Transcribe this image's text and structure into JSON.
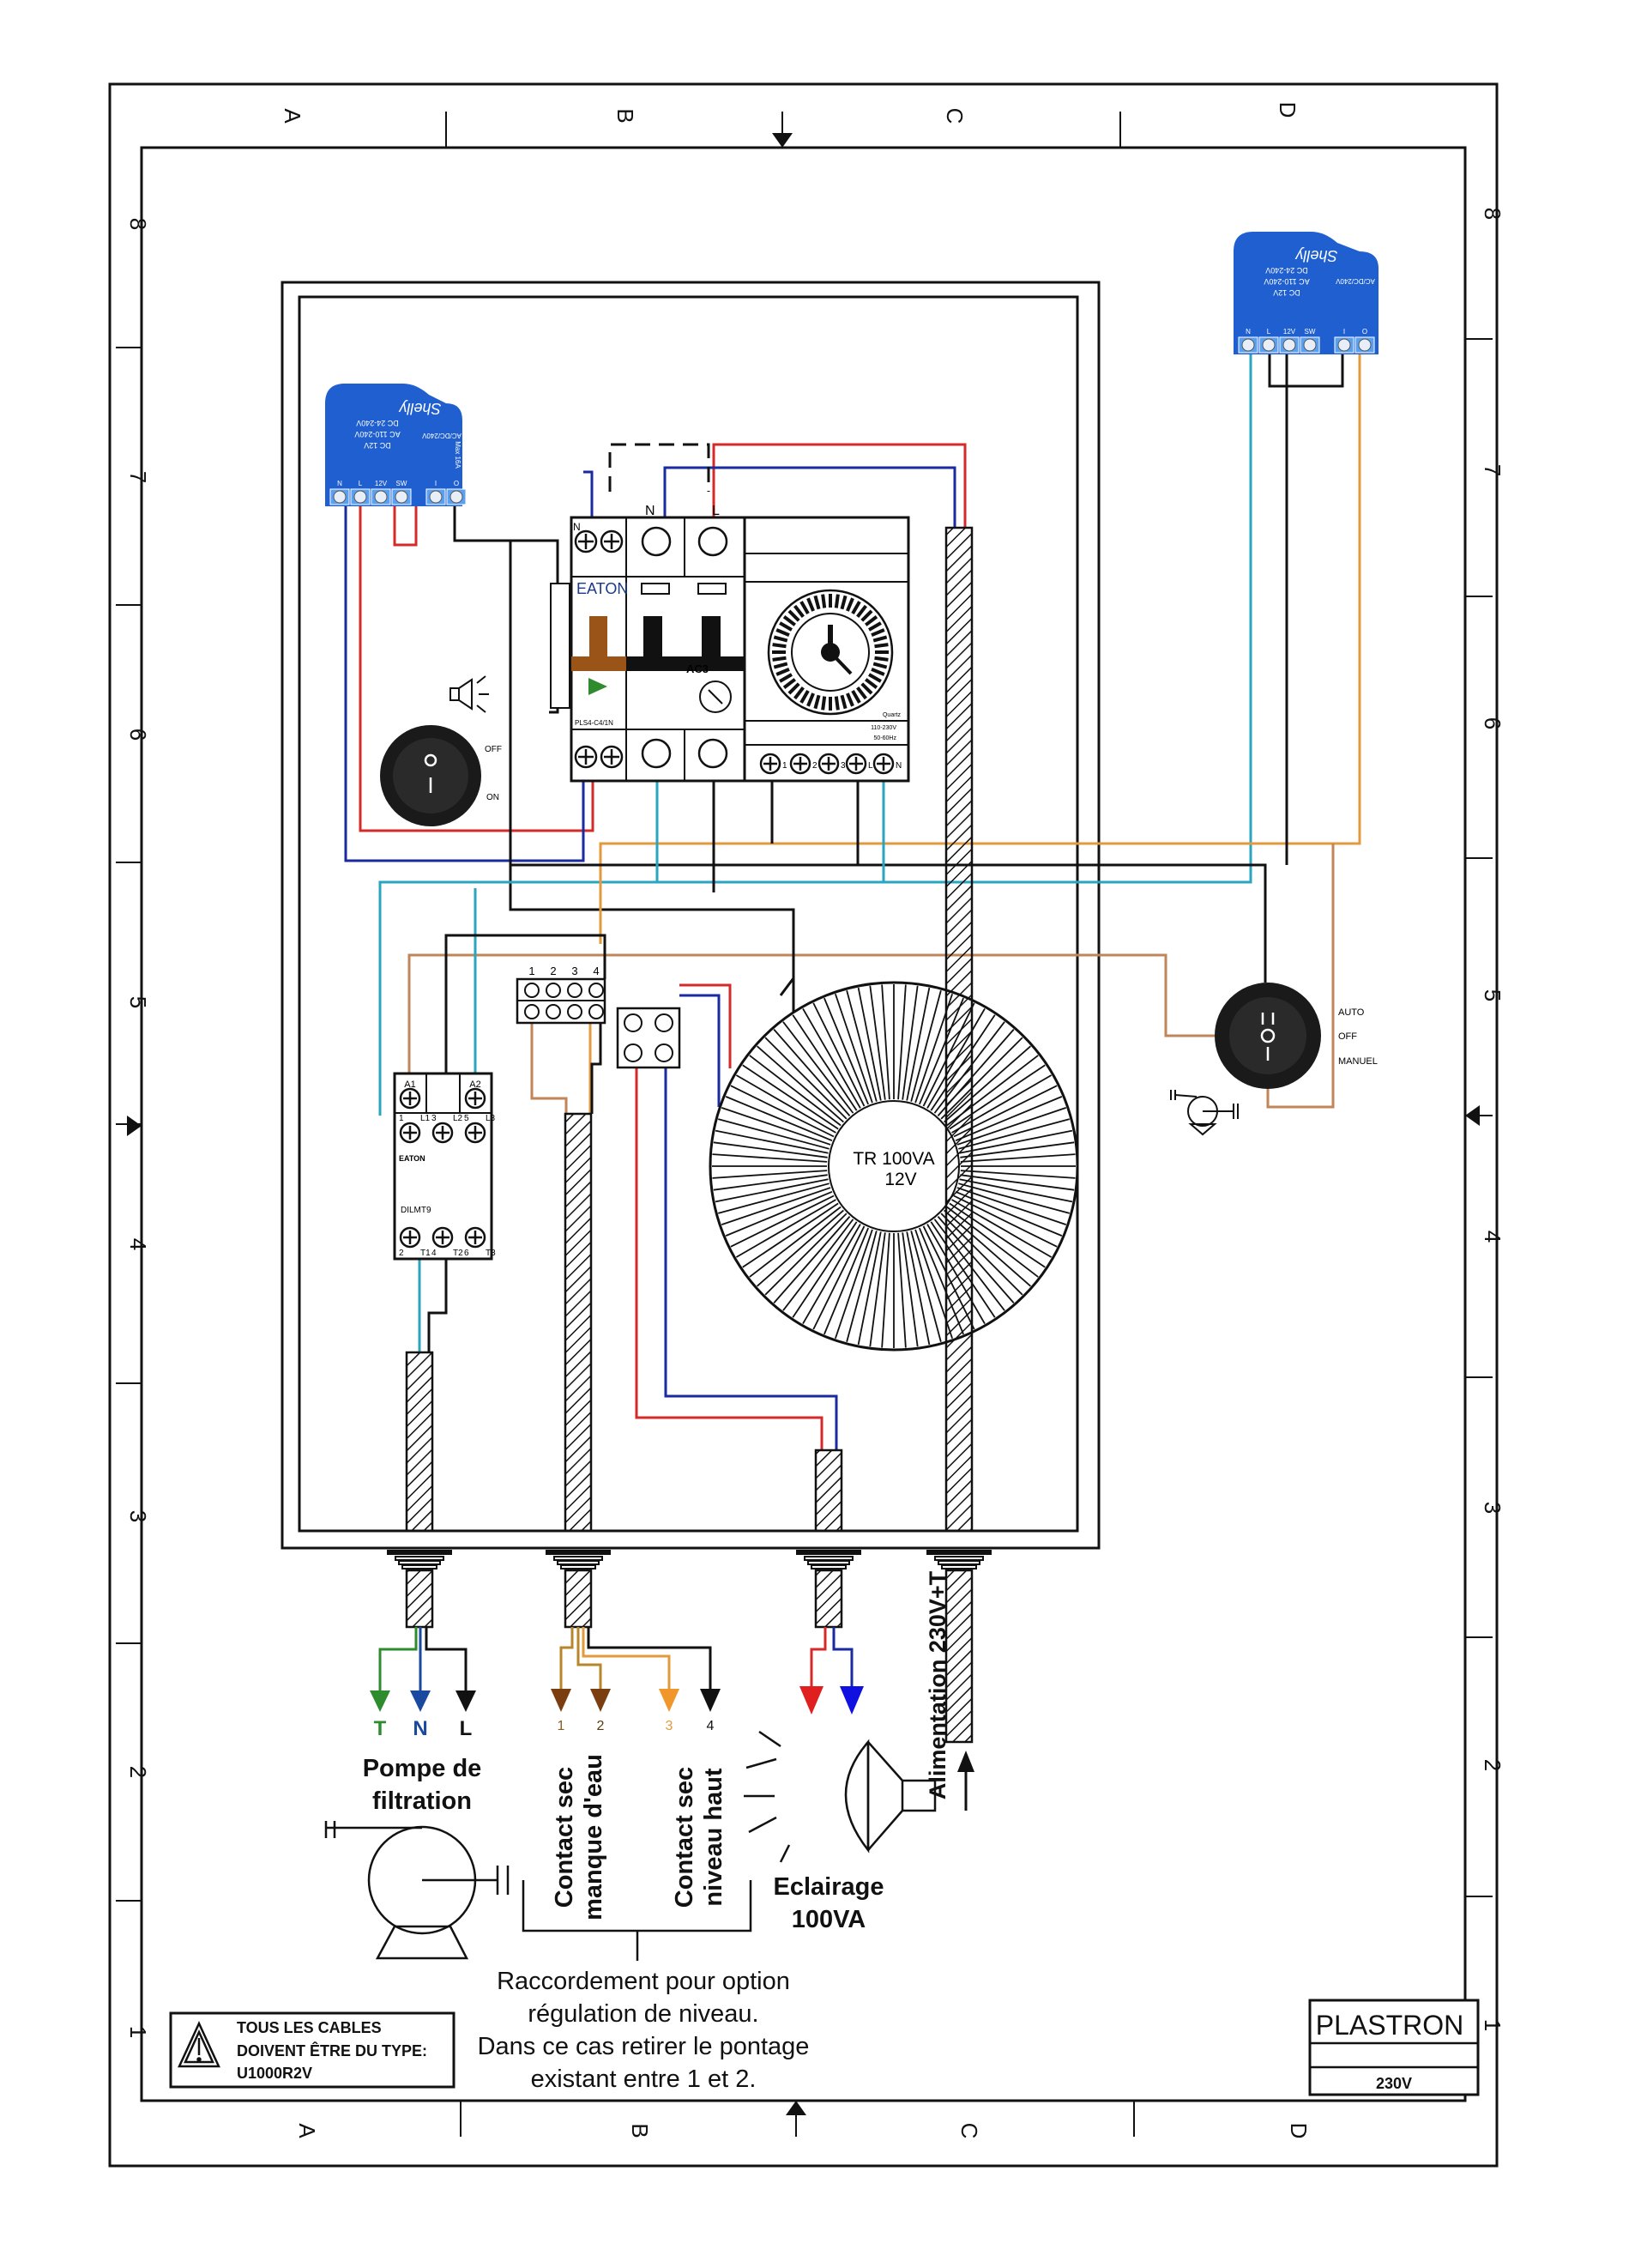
{
  "grid": {
    "columns_top": [
      "A",
      "B",
      "C",
      "D"
    ],
    "columns_bottom": [
      "A",
      "B",
      "C",
      "D"
    ],
    "rows_left": [
      "8",
      "7",
      "6",
      "5",
      "4",
      "3",
      "2",
      "1"
    ],
    "rows_right": [
      "8",
      "7",
      "6",
      "5",
      "4",
      "3",
      "2",
      "1"
    ]
  },
  "colors": {
    "phase_red": "#d42a2a",
    "neutral_blue": "#1a2aa0",
    "teal": "#2aa5c0",
    "brown": "#c0865a",
    "orange": "#e39a3c",
    "earth_green": "#2e8b2e",
    "shelly_blue": "#1f5fd0"
  },
  "shelly_left": {
    "brand": "Shelly",
    "dc_range": "DC 24-240V",
    "ac_range": "AC 110-240V",
    "dc12": "DC 12V",
    "output": "AC/DC/240V",
    "max": "Max 16A",
    "terminals": [
      "N",
      "L",
      "12V",
      "SW",
      "I",
      "O"
    ]
  },
  "shelly_right": {
    "brand": "Shelly",
    "dc_range": "DC 24-240V",
    "ac_range": "AC 110-240V",
    "dc12": "DC 12V",
    "output": "AC/DC/240V",
    "terminals": [
      "N",
      "L",
      "12V",
      "SW",
      "I",
      "O"
    ]
  },
  "breaker": {
    "brand": "EATON",
    "model": "PLS4-C4/1N",
    "ac3": "AC3",
    "n_top": "N",
    "l_top": "L",
    "n_side": "N"
  },
  "timer": {
    "terminals": [
      "1",
      "2",
      "3",
      "L",
      "N"
    ],
    "voltage": "110-230V",
    "freq": "50-60Hz",
    "quartz": "Quartz"
  },
  "left_switch": {
    "off": "OFF",
    "on": "ON",
    "icon": "speaker-icon"
  },
  "terminal_block": {
    "labels": [
      "1",
      "2",
      "3",
      "4"
    ]
  },
  "contactor": {
    "brand": "EATON",
    "model": "DILMT9",
    "top": [
      "A1",
      "A2"
    ],
    "line": [
      "1",
      "L1",
      "3",
      "L2",
      "5",
      "L3"
    ],
    "load": [
      "2",
      "T1",
      "4",
      "T2",
      "6",
      "T3"
    ]
  },
  "transformer": {
    "line1": "TR 100VA",
    "line2": "12V"
  },
  "right_switch": {
    "auto": "AUTO",
    "off": "OFF",
    "manuel": "MANUEL"
  },
  "outputs": {
    "pump_wires": [
      "T",
      "N",
      "L"
    ],
    "contact_wires": [
      "1",
      "2",
      "3",
      "4"
    ],
    "pump_label": [
      "Pompe de",
      "filtration"
    ],
    "contact_low": [
      "Contact sec",
      "manque d'eau"
    ],
    "contact_high": [
      "Contact sec",
      "niveau haut"
    ],
    "light_label": [
      "Eclairage",
      "100VA"
    ],
    "supply_label": "Alimentation 230V+T"
  },
  "note": [
    "Raccordement pour option",
    "régulation de niveau.",
    "Dans ce cas retirer le pontage",
    "existant entre 1 et 2."
  ],
  "warning": [
    "TOUS LES CABLES",
    "DOIVENT ÊTRE DU TYPE:",
    "U1000R2V"
  ],
  "title_block": {
    "title": "PLASTRON",
    "subtitle": "",
    "voltage": "230V"
  }
}
